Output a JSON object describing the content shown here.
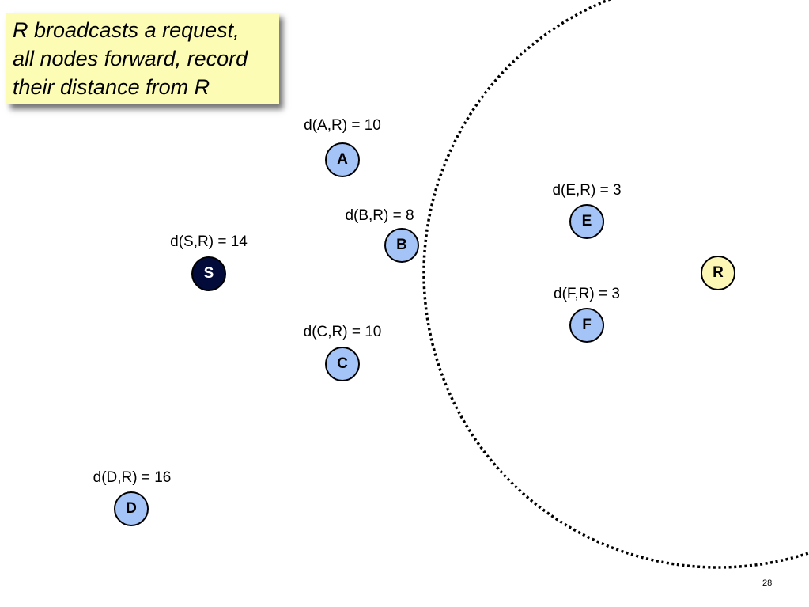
{
  "note": {
    "lines": [
      "R broadcasts a request,",
      "all nodes forward, record",
      "their distance from R"
    ]
  },
  "nodes": {
    "A": {
      "label": "A",
      "dist": "d(A,R) = 10"
    },
    "B": {
      "label": "B",
      "dist": "d(B,R) = 8"
    },
    "C": {
      "label": "C",
      "dist": "d(C,R) = 10"
    },
    "D": {
      "label": "D",
      "dist": "d(D,R) = 16"
    },
    "E": {
      "label": "E",
      "dist": "d(E,R) = 3"
    },
    "F": {
      "label": "F",
      "dist": "d(F,R) = 3"
    },
    "S": {
      "label": "S",
      "dist": "d(S,R) = 14"
    },
    "R": {
      "label": "R"
    }
  },
  "colors": {
    "node_fill": "#a4c3f6",
    "source_fill": "#020b3a",
    "source_text": "#ffffff",
    "dest_fill": "#fdf7b6",
    "note_fill": "#fdfcb4"
  },
  "page_number": "28"
}
